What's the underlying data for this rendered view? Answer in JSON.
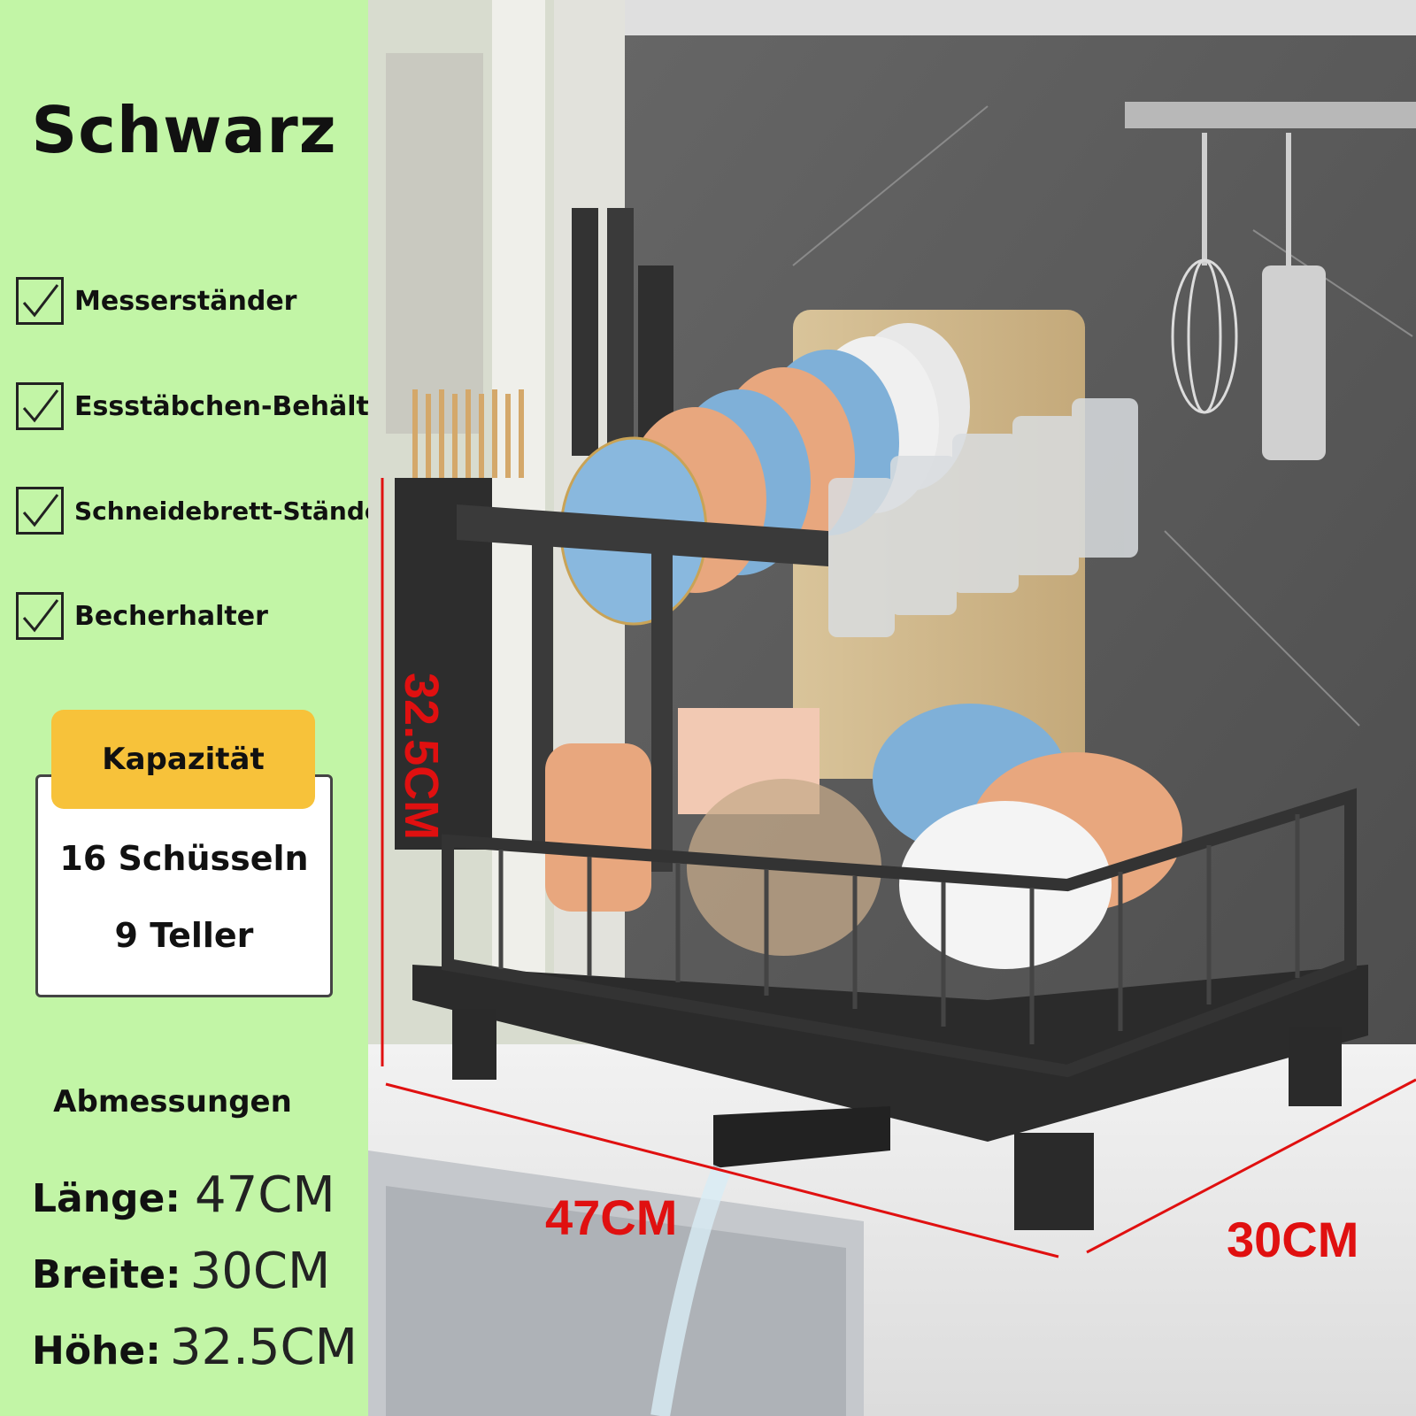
{
  "title": "Schwarz",
  "features": [
    {
      "label": "Messerständer",
      "icon": "checkmark-icon"
    },
    {
      "label": "Essstäbchen-Behälter",
      "icon": "checkmark-icon"
    },
    {
      "label": "Schneidebrett-Ständer",
      "icon": "checkmark-icon"
    },
    {
      "label": "Becherhalter",
      "icon": "checkmark-icon"
    }
  ],
  "capacity": {
    "header": "Kapazität",
    "bowls": "16 Schüsseln",
    "plates": "9 Teller"
  },
  "dimensions": {
    "title": "Abmessungen",
    "length_label": "Länge:",
    "length_value": "47CM",
    "width_label": "Breite:",
    "width_value": "30CM",
    "height_label": "Höhe:",
    "height_value": "32.5CM"
  },
  "photo_labels": {
    "length": "47CM",
    "width": "30CM",
    "height": "32.5CM"
  },
  "colors": {
    "panel_bg": "#c2f5a6",
    "capacity_header": "#f7c23a",
    "measure_red": "#e01010"
  }
}
